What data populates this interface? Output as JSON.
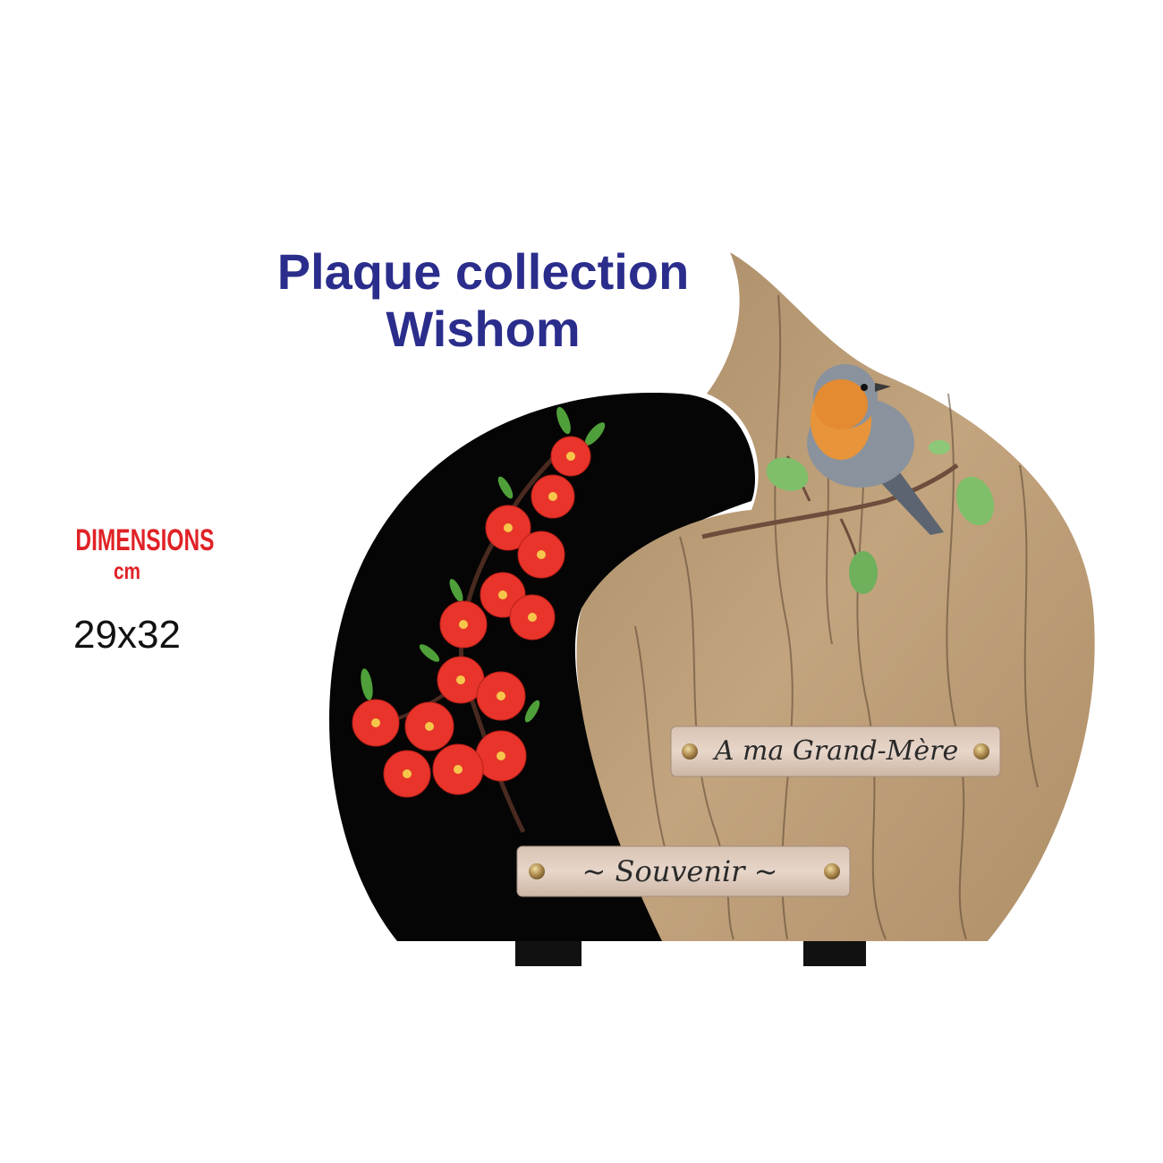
{
  "title": {
    "line1": "Plaque collection",
    "line2": "Wishom"
  },
  "dimensions": {
    "label": "DIMENSIONS",
    "unit": "cm",
    "value": "29x32"
  },
  "plaque": {
    "plate_top": "A ma Grand-Mère",
    "plate_bottom": "~ Souvenir ~"
  },
  "colors": {
    "title": "#2b2d8c",
    "dimensions_label": "#e02227",
    "plaque_black": "#050505",
    "wood": "#b79a74",
    "blossom": "#e8342b"
  }
}
